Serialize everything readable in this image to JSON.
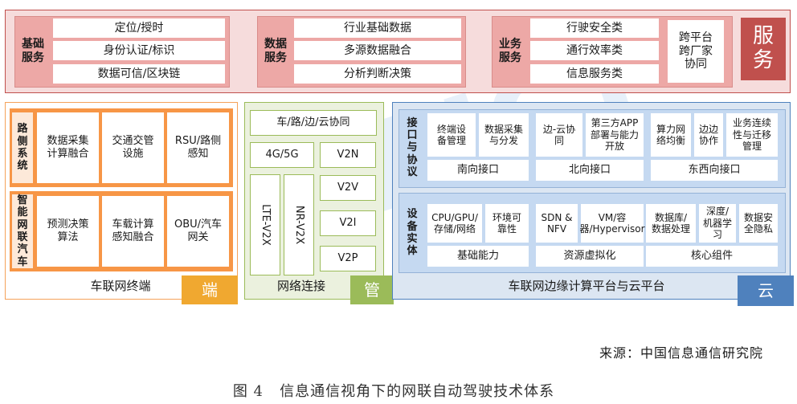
{
  "services": {
    "groups": [
      {
        "label": "基础服务",
        "items": [
          "定位/授时",
          "身份认证/标识",
          "数据可信/区块链"
        ]
      },
      {
        "label": "数据服务",
        "items": [
          "行业基础数据",
          "多源数据融合",
          "分析判断决策"
        ]
      },
      {
        "label": "业务服务",
        "items": [
          "行驶安全类",
          "通行效率类",
          "信息服务类"
        ]
      }
    ],
    "cross_platform": "跨平台跨厂家协同",
    "badge": "服务"
  },
  "terminal": {
    "roadside": {
      "label": "路侧系统",
      "items": [
        "数据采集计算融合",
        "交通交管设施",
        "RSU/路侧感知"
      ]
    },
    "vehicle": {
      "label": "智能网联汽车",
      "items": [
        "预测决策算法",
        "车载计算感知融合",
        "OBU/汽车网关"
      ]
    },
    "footer": "车联网终端",
    "badge": "端"
  },
  "network": {
    "coop": "车/路/边/云协同",
    "g45": "4G/5G",
    "lte": "LTE-V2X",
    "nr": "NR-V2X",
    "v2n": "V2N",
    "v2v": "V2V",
    "v2i": "V2I",
    "v2p": "V2P",
    "footer": "网络连接",
    "badge": "管"
  },
  "cloud": {
    "interface": {
      "label": "接口与协议",
      "g1": [
        "终端设备管理",
        "数据采集与分发"
      ],
      "g2": [
        "边-云协同",
        "第三方APP部署与能力开放"
      ],
      "g3": [
        "算力网络均衡",
        "边边协作",
        "业务连续性与迁移管理"
      ],
      "footers": [
        "南向接口",
        "北向接口",
        "东西向接口"
      ]
    },
    "device": {
      "label": "设备实体",
      "g1": [
        "CPU/GPU/存储/网络",
        "环境可靠性"
      ],
      "g2": [
        "SDN & NFV",
        "VM/容器/Hypervisor"
      ],
      "g3": [
        "数据库/数据处理",
        "深度/机器学习",
        "数据安全隐私"
      ],
      "footers": [
        "基础能力",
        "资源虚拟化",
        "核心组件"
      ]
    },
    "footer": "车联网边缘计算平台与云平台",
    "badge": "云"
  },
  "source": "来源：中国信息通信研究院",
  "caption": "图 4   信息通信视角下的网联自动驾驶技术体系",
  "colors": {
    "service_border": "#c0504d",
    "service_bg": "#f6dcdc",
    "service_badge": "#c0504d",
    "terminal_border": "#f5a25a",
    "terminal_bg": "#fde9d9",
    "terminal_band": "#f79646",
    "terminal_badge": "#f0a830",
    "network_border": "#9bbb59",
    "network_bg": "#ebf1de",
    "network_badge": "#9bbb59",
    "cloud_border": "#4f81bd",
    "cloud_bg": "#dce6f2",
    "cloud_band": "#c5d9f1",
    "cloud_badge": "#4f81bd"
  }
}
